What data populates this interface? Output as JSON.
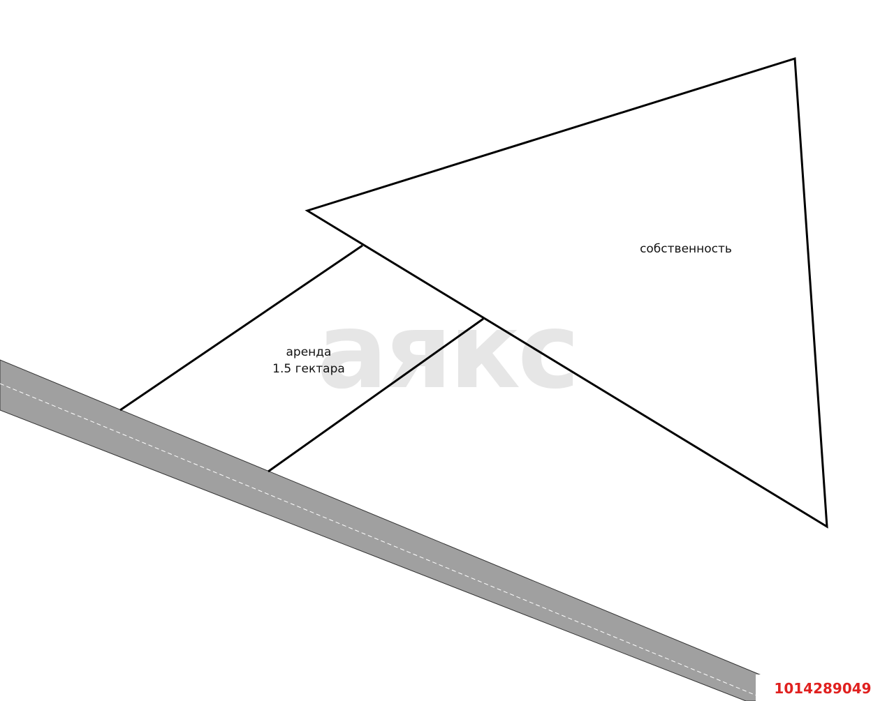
{
  "watermark": {
    "text": "аякс",
    "color": "#e6e6e6"
  },
  "labels": {
    "ownership": "собственность",
    "lease_line1": "аренда",
    "lease_line2": "1.5 гектара"
  },
  "listing_id": {
    "text": "1014289049",
    "color": "#e0201f"
  },
  "colors": {
    "road": "#a0a0a0",
    "road_edge": "#333333",
    "road_center_dash": "#ffffff",
    "boundary": "#000000"
  }
}
